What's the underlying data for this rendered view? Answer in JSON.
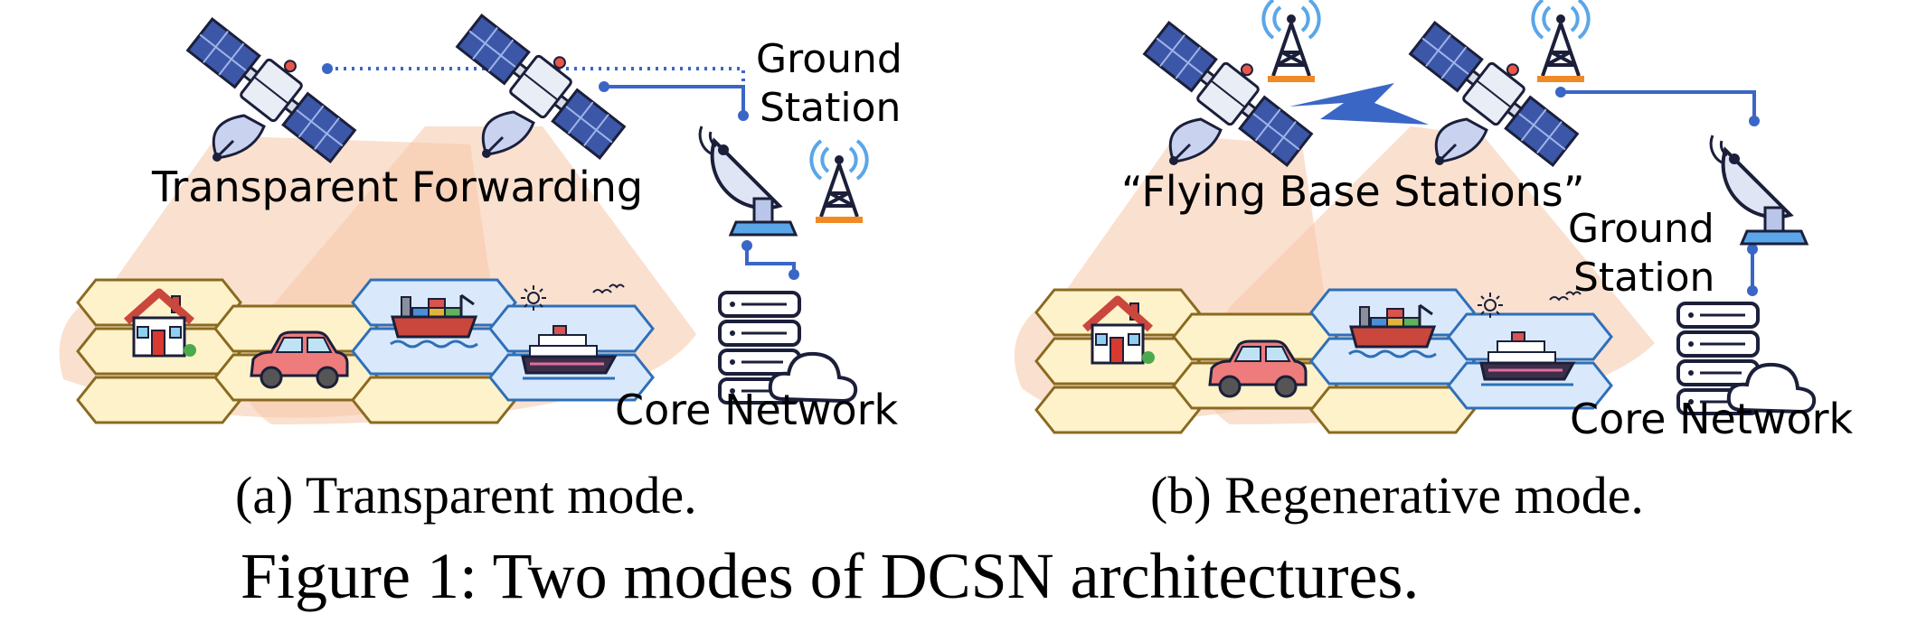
{
  "panel_a": {
    "label_forwarding": "Transparent Forwarding",
    "label_ground_station_line1": "Ground",
    "label_ground_station_line2": "Station",
    "label_core_network": "Core Network",
    "caption": "(a) Transparent mode."
  },
  "panel_b": {
    "label_flying": "“Flying Base Stations”",
    "label_ground_station_line1": "Ground",
    "label_ground_station_line2": "Station",
    "label_core_network": "Core Network",
    "caption": "(b) Regenerative mode."
  },
  "figure_caption": "Figure 1: Two modes of DCSN architectures.",
  "colors": {
    "coverage": "#f6c7a8",
    "cell_fill": "#fdf2c9",
    "cell_stroke": "#8a6a20",
    "sea_fill": "#d9e9fb",
    "sea_stroke": "#2f6fb8",
    "link": "#3a66c6",
    "panel_blue": "#3c57a8",
    "tower_signal": "#5aa6e8",
    "tower_base": "#f08a24"
  }
}
